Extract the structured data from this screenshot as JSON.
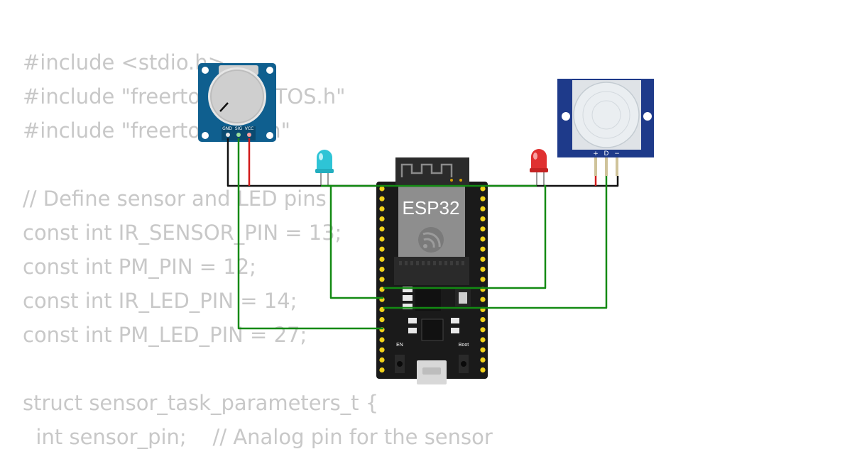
{
  "code_lines": [
    "#include <stdio.h>",
    "#include \"freertos/FreeRTOS.h\"",
    "#include \"freertos/task.h\"",
    "",
    "// Define sensor and LED pins",
    "const int IR_SENSOR_PIN = 13;",
    "const int PM_PIN = 12;",
    "const int IR_LED_PIN = 14;",
    "const int PM_LED_PIN = 27;",
    "",
    "struct sensor_task_parameters_t {",
    "  int sensor_pin;    // Analog pin for the sensor"
  ],
  "board": {
    "label": "ESP32",
    "en_label": "EN",
    "boot_label": "Boot"
  },
  "potentiometer": {
    "pin_labels": [
      "GND",
      "SIG",
      "VCC"
    ]
  },
  "pir_sensor": {
    "pin_labels": [
      "+",
      "D",
      "−"
    ]
  },
  "leds": {
    "left_color": "#2ec4d6",
    "right_color": "#e03030"
  },
  "colors": {
    "wire_green": "#138a13",
    "wire_black": "#111111",
    "wire_red": "#d11919",
    "module_blue": "#0f5f8f",
    "pir_blue": "#1e3a8a",
    "board_black": "#1a1a1a",
    "pin_yellow": "#f2d21a",
    "code_gray": "#c8c8c8"
  }
}
